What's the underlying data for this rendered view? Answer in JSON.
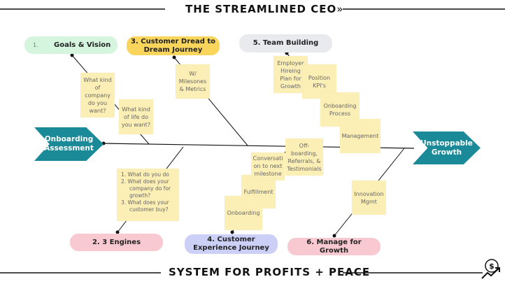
{
  "header": {
    "title": "THE STREAMLINED CEO",
    "chevron_icon": "double-chevron-right"
  },
  "footer": {
    "title": "SYSTEM FOR PROFITS + PEACE",
    "logo_icon": "dollar-growth-icon"
  },
  "start": {
    "label": "Onboarding Assessment"
  },
  "end": {
    "label": "Unstoppable Growth"
  },
  "categories": {
    "goals": {
      "number": "1.",
      "label": "Goals & Vision"
    },
    "dread": {
      "label": "3. Customer Dread to Dream Journey"
    },
    "team": {
      "label": "5. Team Building"
    },
    "engines": {
      "label": "2.  3 Engines"
    },
    "cx": {
      "label": "4. Customer Experience Journey"
    },
    "manage": {
      "label": "6. Manage for Growth"
    }
  },
  "notes": {
    "company": "What kind of company do you want?",
    "life": "What kind of life do you want?",
    "milestones": "W/ Milesones & Metrics",
    "hiring": "Employer Hireing Plan for Growth",
    "kpis": "Position KPI's",
    "onboarding_process": "Onboarding Process",
    "management": "Management",
    "offboarding": "Off-boarding, Referrals, & Testimonials",
    "conversation": "Conversati on to next milestone",
    "fulfillment": "Fulfillment",
    "onboarding": "Onboarding",
    "innovation": "Innovation Mgmt",
    "engines_list": [
      "1. What do you do",
      "2. What does your company do for growth?",
      "3. What does your customer buy?"
    ]
  },
  "colors": {
    "teal": "#1b8a98",
    "sticky": "#fcefb5",
    "green": "#d5f5df",
    "yellow": "#f9d55b",
    "gray": "#e8eaed",
    "pink": "#f8c9d0",
    "lavender": "#ccd0f7"
  }
}
